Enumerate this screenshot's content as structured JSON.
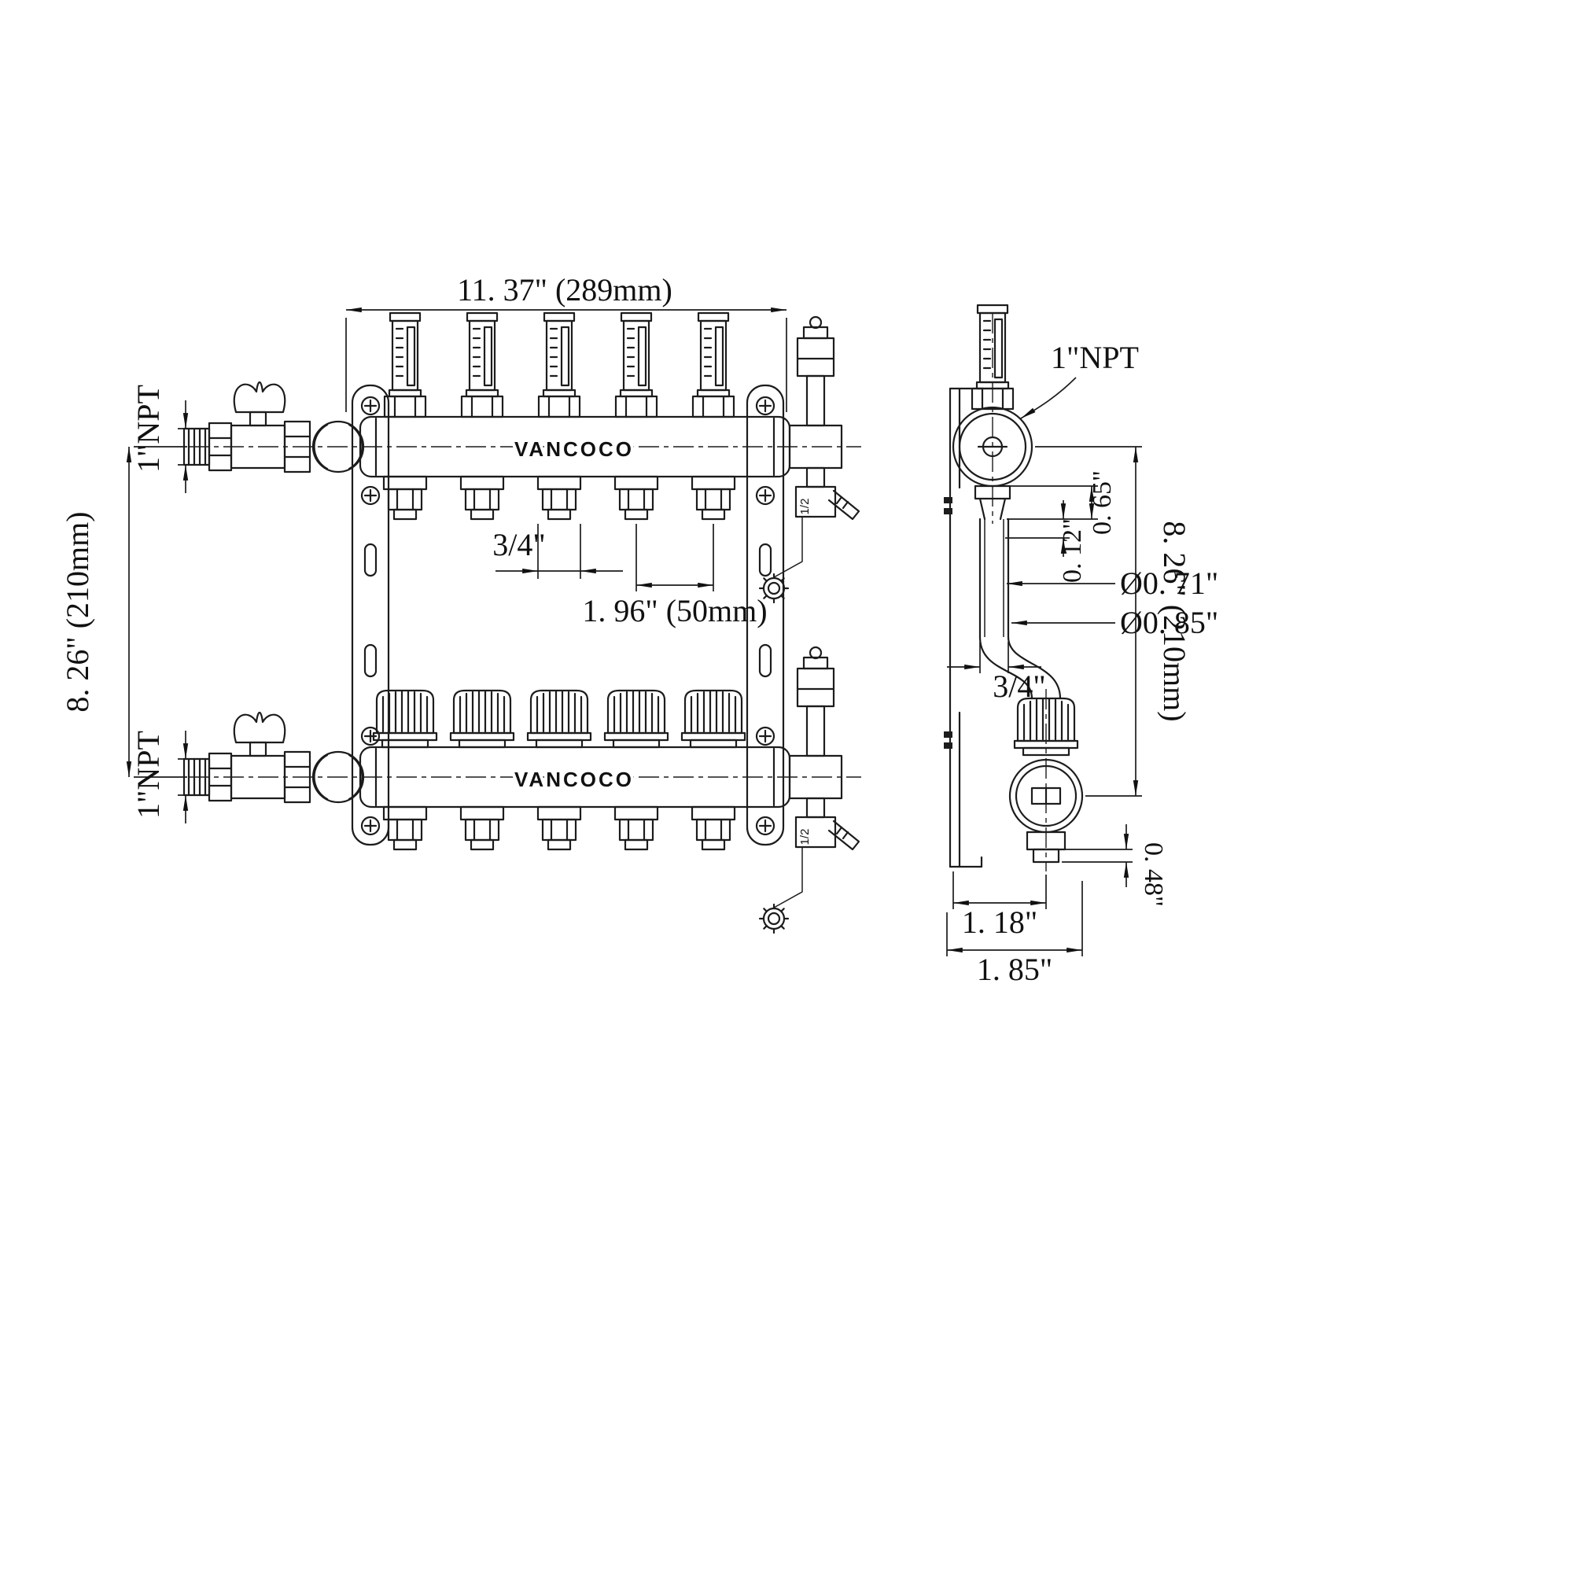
{
  "page": {
    "background": "#ffffff",
    "ink": "#1c1c1c"
  },
  "brand": "VANCOCO",
  "front_view": {
    "dim_width": "11. 37\" (289mm)",
    "dim_height": "8. 26\" (210mm)",
    "inlet_top": "1\"NPT",
    "inlet_bottom": "1\"NPT",
    "port_size": "3/4\"",
    "port_spacing": "1. 96\" (50mm)",
    "drain_size_top": "1/2",
    "drain_size_bottom": "1/2",
    "brand_top": "VANCOCO",
    "brand_bottom": "VANCOCO"
  },
  "side_view": {
    "npt": "1\"NPT",
    "dim_offset_a": "0. 65\"",
    "dim_offset_b": "0. 12\"",
    "dim_inner_diameter": "Ø0. 71\"",
    "dim_outer_diameter": "Ø0. 85\"",
    "dim_pipe_size": "3/4\"",
    "dim_height": "8. 26\" (210mm)",
    "dim_stub": "0. 48\"",
    "dim_depth_a": "1. 18\"",
    "dim_depth_b": "1. 85\""
  }
}
